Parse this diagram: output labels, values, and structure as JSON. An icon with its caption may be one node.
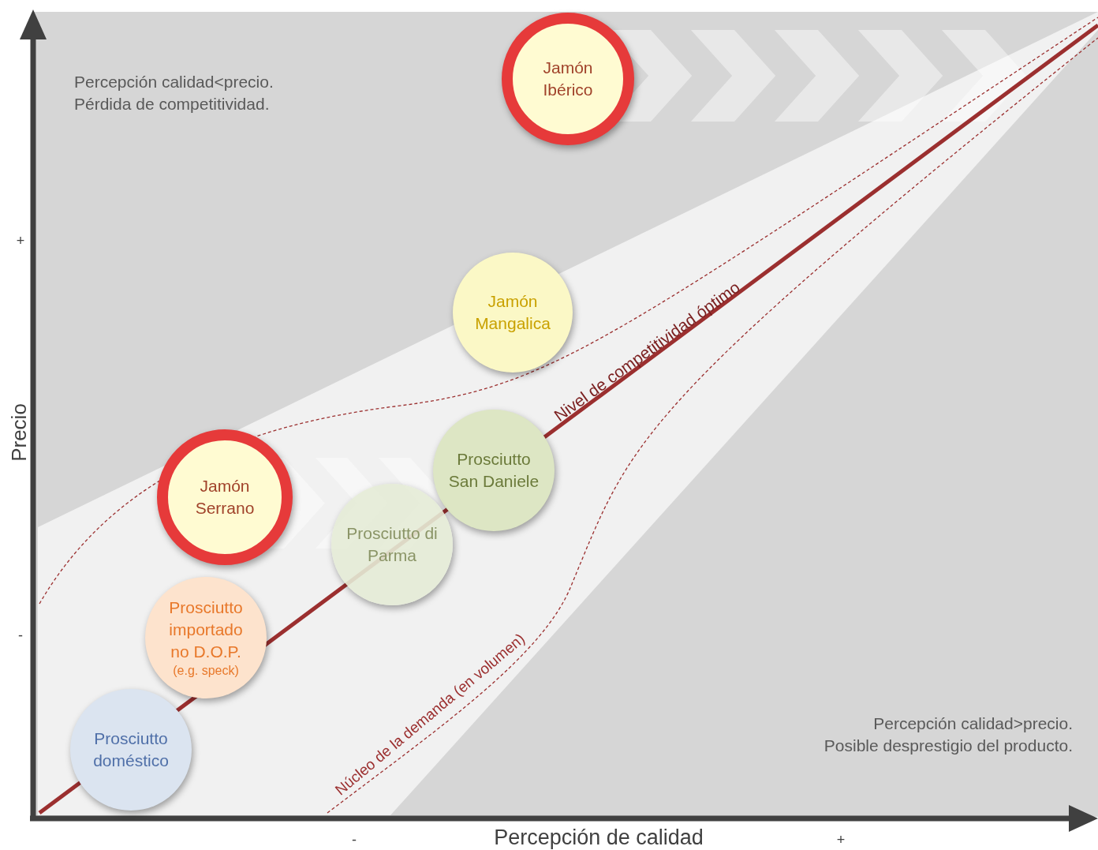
{
  "diagram": {
    "nodes": [
      {
        "text": [
          "Jamón Ibérico"
        ]
      },
      {
        "text": [
          "Jamón Mangalica"
        ]
      },
      {
        "text": [
          "Prosciutto San Daniele"
        ]
      },
      {
        "text": [
          "Jamón Serrano"
        ]
      },
      {
        "text": [
          "Prosciutto di Parma"
        ]
      },
      {
        "text": [
          "Prosciutto importado no D.O.P.",
          "(e.g. speck)"
        ]
      },
      {
        "text": [
          "Prosciutto doméstico"
        ]
      }
    ],
    "labels": [
      "Percepción calidad<precio.",
      "Pérdida de competitividad.",
      "+",
      "Nivel de competitividad óptimo",
      "Precio",
      "-",
      "Núcleo de la demanda (en volumen)",
      "Percepción calidad>precio.",
      "Posible desprestigio del producto.",
      "-",
      "Percepción de calidad",
      "+"
    ]
  }
}
